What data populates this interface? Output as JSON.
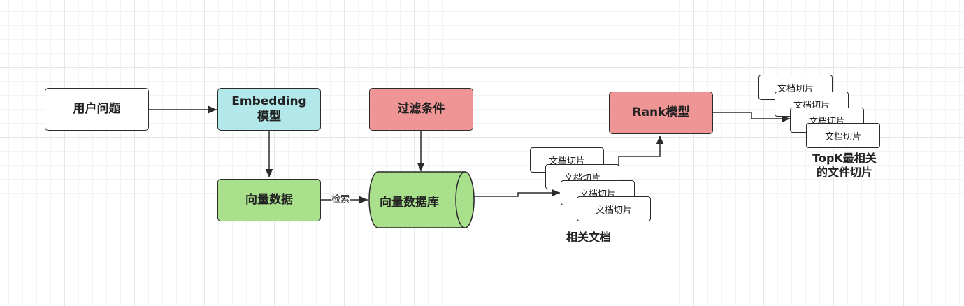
{
  "nodes": {
    "user_question": "用户问题",
    "embedding_line1": "Embedding",
    "embedding_line2": "模型",
    "vector_data": "向量数据",
    "filter": "过滤条件",
    "vector_db": "向量数据库",
    "rank_model": "Rank模型"
  },
  "edge_labels": {
    "retrieve": "检索"
  },
  "related_docs": {
    "items": [
      "文档切片",
      "文档切片",
      "文档切片",
      "文档切片"
    ],
    "caption": "相关文档"
  },
  "topk_docs": {
    "items": [
      "文档切片",
      "文档切片",
      "文档切片",
      "文档切片"
    ],
    "caption_line1": "TopK最相关",
    "caption_line2": "的文件切片"
  },
  "colors": {
    "embedding_fill": "#b3e8ea",
    "green_fill": "#a8e08c",
    "red_fill": "#f09595",
    "white_fill": "#ffffff",
    "stroke": "#2b2b2b"
  }
}
